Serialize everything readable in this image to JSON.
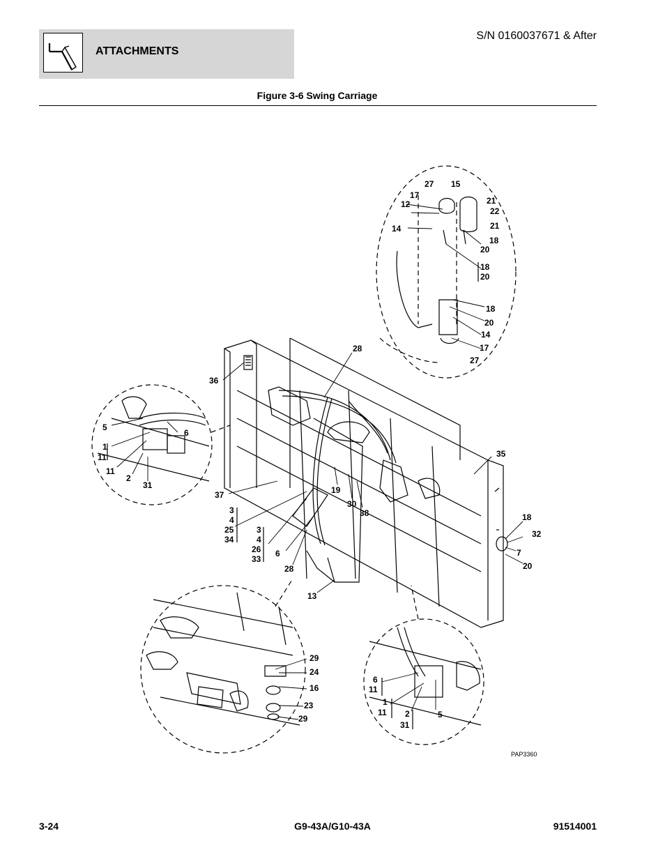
{
  "header": {
    "section": "ATTACHMENTS",
    "serial": "S/N 0160037671 & After",
    "icon": "attachment-icon"
  },
  "figure": {
    "title": "Figure 3-6 Swing Carriage",
    "code": "PAP3360",
    "labels": [
      "27",
      "15",
      "17",
      "12",
      "14",
      "21",
      "22",
      "21",
      "18",
      "20",
      "18",
      "20",
      "18",
      "20",
      "14",
      "17",
      "27",
      "28",
      "36",
      "5",
      "6",
      "1",
      "11",
      "11",
      "2",
      "31",
      "35",
      "37",
      "3",
      "4",
      "25",
      "34",
      "3",
      "4",
      "26",
      "33",
      "6",
      "19",
      "30",
      "38",
      "18",
      "32",
      "7",
      "20",
      "28",
      "13",
      "29",
      "24",
      "16",
      "23",
      "29",
      "6",
      "11",
      "1",
      "11",
      "2",
      "31",
      "5"
    ]
  },
  "footer": {
    "page": "3-24",
    "model": "G9-43A/G10-43A",
    "part_number": "91514001"
  }
}
